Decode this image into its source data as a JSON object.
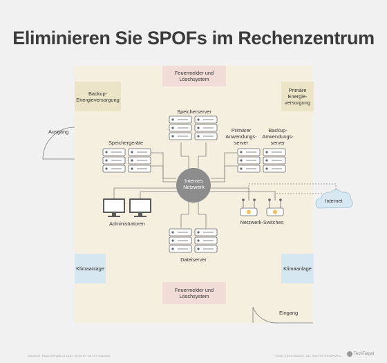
{
  "title": "Eliminieren Sie SPOFs im Rechenzentrum",
  "rooms": {
    "fire_top": "Feuermelder und Löschsystem",
    "fire_bottom": "Feuermelder und Löschsystem",
    "backup_power": "Backup-Energieversorgung",
    "primary_power": "Primäre Energie-versorgung",
    "ac_left": "Klimaanlage",
    "ac_right": "Klimaanlage"
  },
  "doors": {
    "exit": "Ausgang",
    "entrance": "Eingang"
  },
  "nodes": {
    "internal_network": "Internes Netzwerk",
    "storage_servers": "Speicherserver",
    "storage_devices": "Speichergeräte",
    "primary_app_server": "Primärer Anwendungs-server",
    "backup_app_server": "Backup-Anwendungs-server",
    "administrators": "Administratoren",
    "network_switches": "Netzwerk-Switches",
    "file_servers": "Dateiserver",
    "internet": "Internet"
  },
  "footer": {
    "credit_left": "SOURCE: PAUL KIRVAN    CLOUD: ICON BY GETTY IMAGES",
    "credit_right": "©2021 TECHTARGET. ALL RIGHTS RESERVED",
    "brand": "TechTarget"
  },
  "colors": {
    "floor": "#f5efdf",
    "fire": "#f2dcd8",
    "power": "#ece4c6",
    "cooling": "#d6e7f0",
    "network_hub": "#8c8c8c",
    "cloud": "#d7e8f3"
  }
}
